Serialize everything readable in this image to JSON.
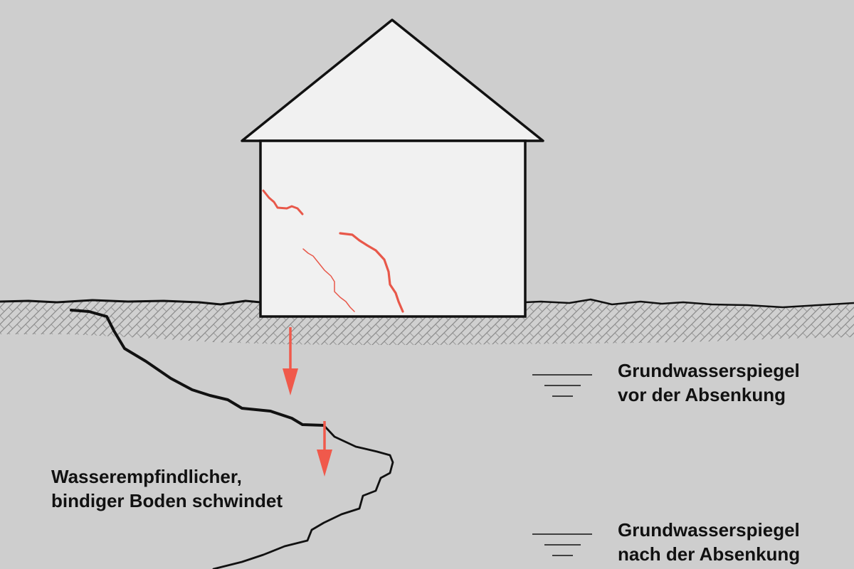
{
  "labels": {
    "soil": {
      "line1": "Wasserempfindlicher,",
      "line2": "bindiger Boden schwindet"
    },
    "groundwater_before": {
      "line1": "Grundwasserspiegel",
      "line2": "vor der Absenkung"
    },
    "groundwater_after": {
      "line1": "Grundwasserspiegel",
      "line2": "nach der Absenkung"
    }
  },
  "colors": {
    "background": "#cecece",
    "house_fill": "#f1f1f1",
    "outline": "#111111",
    "crack": "#e8584a",
    "arrow": "#f0594b",
    "soil_hatch": "#8a8a8a"
  },
  "icons": {
    "groundwater_symbol": "water-level-icon",
    "settlement_arrow": "arrow-down-icon"
  }
}
